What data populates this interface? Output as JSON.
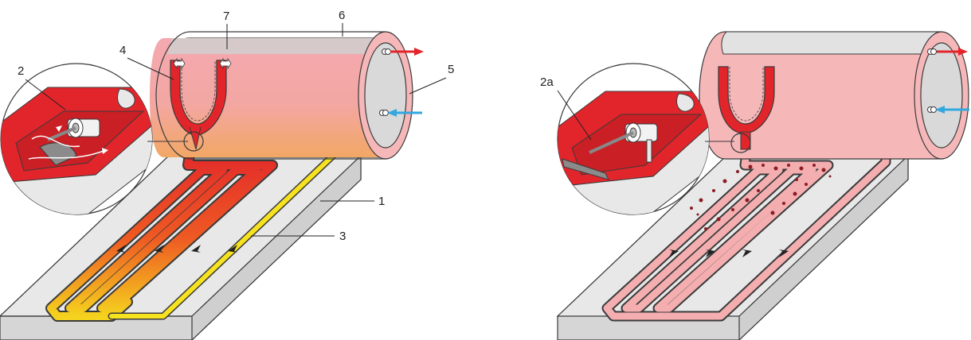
{
  "labels": {
    "l1": "1",
    "l2": "2",
    "l2a": "2a",
    "l3": "3",
    "l4": "4",
    "l5": "5",
    "l6": "6",
    "l7": "7"
  },
  "colors": {
    "panel_top": "#e6e6e6",
    "panel_edge": "#d4d4d4",
    "outline": "#3a3a3a",
    "tank_shell": "#f6b7b9",
    "tank_hot_top": "#f3a8ad",
    "tank_warm_bottom": "#f1a56a",
    "pipe_red": "#e2252b",
    "pipe_orange": "#f27a1f",
    "pipe_yellow": "#f6e21f",
    "pipe_pink": "#f4aeb0",
    "arrow_red": "#e2252b",
    "arrow_blue": "#33a7df",
    "bubble": "#8c1c24"
  },
  "icons": {
    "outlet_arrow": "arrow-right-icon",
    "inlet_arrow": "arrow-left-icon",
    "flow_arrow": "arrow-icon"
  }
}
